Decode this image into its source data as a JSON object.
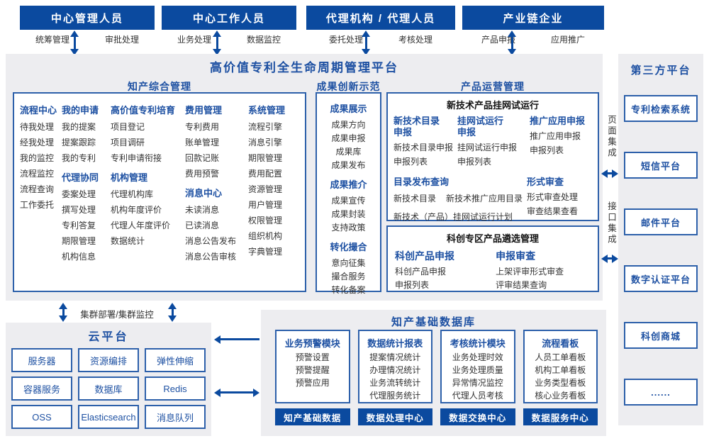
{
  "actors": [
    {
      "title": "中心管理人员",
      "left_label": "统筹管理",
      "right_label": "审批处理"
    },
    {
      "title": "中心工作人员",
      "left_label": "业务处理",
      "right_label": "数据监控"
    },
    {
      "title": "代理机构 / 代理人员",
      "left_label": "委托处理",
      "right_label": "考核处理"
    },
    {
      "title": "产业链企业",
      "left_label": "产品申报",
      "right_label": "应用推广"
    }
  ],
  "platform": {
    "title": "高价值专利全生命周期管理平台",
    "ip_management": {
      "title": "知产综合管理",
      "columns": [
        {
          "groups": [
            {
              "header": "流程中心",
              "items": [
                "待我处理",
                "经我处理",
                "我的监控",
                "流程监控",
                "流程查询",
                "工作委托"
              ]
            }
          ]
        },
        {
          "groups": [
            {
              "header": "我的申请",
              "items": [
                "我的提案",
                "提案跟踪",
                "我的专利"
              ]
            },
            {
              "header": "代理协同",
              "items": [
                "委案处理",
                "撰写处理",
                "专利答复",
                "期限管理",
                "机构信息"
              ]
            }
          ]
        },
        {
          "groups": [
            {
              "header": "高价值专利培育",
              "items": [
                "项目登记",
                "项目调研",
                "专利申请衔接"
              ]
            },
            {
              "header": "机构管理",
              "items": [
                "代理机构库",
                "机构年度评价",
                "代理人年度评价",
                "数据统计"
              ]
            }
          ]
        },
        {
          "groups": [
            {
              "header": "费用管理",
              "items": [
                "专利费用",
                "账单管理",
                "回款记账",
                "费用预警"
              ]
            },
            {
              "header": "消息中心",
              "items": [
                "未读消息",
                "已读消息",
                "消息公告发布",
                "消息公告审核"
              ]
            }
          ]
        },
        {
          "groups": [
            {
              "header": "系统管理",
              "items": [
                "流程引擎",
                "消息引擎",
                "期限管理",
                "费用配置",
                "资源管理",
                "用户管理",
                "权限管理",
                "组织机构",
                "字典管理"
              ]
            }
          ]
        }
      ]
    },
    "achievement": {
      "title": "成果创新示范",
      "groups": [
        {
          "header": "成果展示",
          "items": [
            "成果方向",
            "成果申报",
            "成果库",
            "成果发布"
          ]
        },
        {
          "header": "成果推介",
          "items": [
            "成果宣传",
            "成果封装",
            "支持政策"
          ]
        },
        {
          "header": "转化撮合",
          "items": [
            "意向征集",
            "撮合服务",
            "转化备案"
          ]
        }
      ]
    },
    "product_ops": {
      "title": "产品运营管理",
      "trial_box": {
        "title": "新技术产品挂网试运行",
        "row1": [
          {
            "header": "新技术目录申报",
            "items": [
              "新技术目录申报",
              "申报列表"
            ]
          },
          {
            "header": "挂网试运行申报",
            "items": [
              "挂网试运行申报",
              "申报列表"
            ]
          },
          {
            "header": "推广应用申报",
            "items": [
              "推广应用申报",
              "申报列表"
            ]
          }
        ],
        "row2": [
          {
            "header": "目录发布查询",
            "items": [
              "新技术目录",
              "新技术推广应用目录",
              "新技术（产品）挂网试运行计划"
            ]
          },
          {
            "header": "形式审查",
            "items": [
              "形式审查处理",
              "审查结果查看"
            ]
          }
        ]
      },
      "selection_box": {
        "title": "科创专区产品遴选管理",
        "cols": [
          {
            "header": "科创产品申报",
            "items": [
              "科创产品申报",
              "申报列表"
            ]
          },
          {
            "header": "申报审查",
            "items": [
              "上架评审形式审查",
              "评审结果查询"
            ]
          }
        ]
      }
    }
  },
  "integration": {
    "page_label": "页面集成",
    "api_label": "接口集成"
  },
  "third_party": {
    "title": "第三方平台",
    "items": [
      "专利检索系统",
      "短信平台",
      "邮件平台",
      "数字认证平台",
      "科创商城",
      "......"
    ]
  },
  "cluster_label": "集群部署/集群监控",
  "cloud": {
    "title": "云平台",
    "items": [
      "服务器",
      "资源编排",
      "弹性伸缩",
      "容器服务",
      "数据库",
      "Redis",
      "OSS",
      "Elasticsearch",
      "消息队列"
    ]
  },
  "database": {
    "title": "知产基础数据库",
    "modules": [
      {
        "header": "业务预警模块",
        "items": [
          "预警设置",
          "预警提醒",
          "预警应用"
        ]
      },
      {
        "header": "数据统计报表",
        "items": [
          "提案情况统计",
          "办理情况统计",
          "业务流转统计",
          "代理服务统计"
        ]
      },
      {
        "header": "考核统计模块",
        "items": [
          "业务处理时效",
          "业务处理质量",
          "异常情况监控",
          "代理人员考核"
        ]
      },
      {
        "header": "流程看板",
        "items": [
          "人员工单看板",
          "机构工单看板",
          "业务类型看板",
          "核心业务看板"
        ]
      }
    ],
    "centers": [
      "知产基础数据",
      "数据处理中心",
      "数据交换中心",
      "数据服务中心"
    ]
  },
  "colors": {
    "primary": "#0b4a9f",
    "accent_text": "#1d50a2",
    "border": "#2d60aa",
    "panel_bg": "#ededf0"
  }
}
